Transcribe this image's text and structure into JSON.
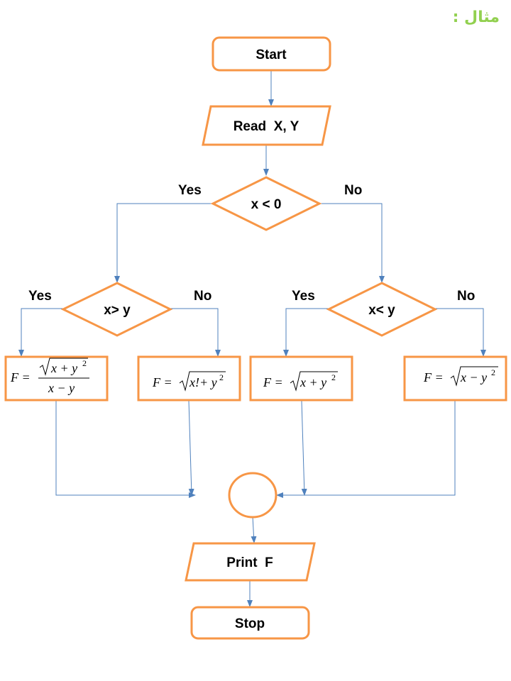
{
  "header": {
    "title": "مثال :"
  },
  "colors": {
    "shape_border": "#f79646",
    "connector": "#4f81bd",
    "title": "#92d050"
  },
  "nodes": {
    "start": "Start",
    "read": "Read  X, Y",
    "decision_main": "x < 0",
    "decision_left": "x> y",
    "decision_right": "x< y",
    "print": "Print  F",
    "stop": "Stop"
  },
  "labels": {
    "main_yes": "Yes",
    "main_no": "No",
    "left_yes": "Yes",
    "left_no": "No",
    "right_yes": "Yes",
    "right_no": "No"
  },
  "formulas": {
    "f1": {
      "lhs": "F =",
      "numerator": "x + y",
      "exp": "2",
      "denominator": "x − y"
    },
    "f2": {
      "lhs": "F =",
      "radicand": "x!+ y",
      "exp": "2"
    },
    "f3": {
      "lhs": "F =",
      "radicand": "x + y",
      "exp": "2"
    },
    "f4": {
      "lhs": "F =",
      "radicand": "x − y",
      "exp": "2"
    }
  }
}
